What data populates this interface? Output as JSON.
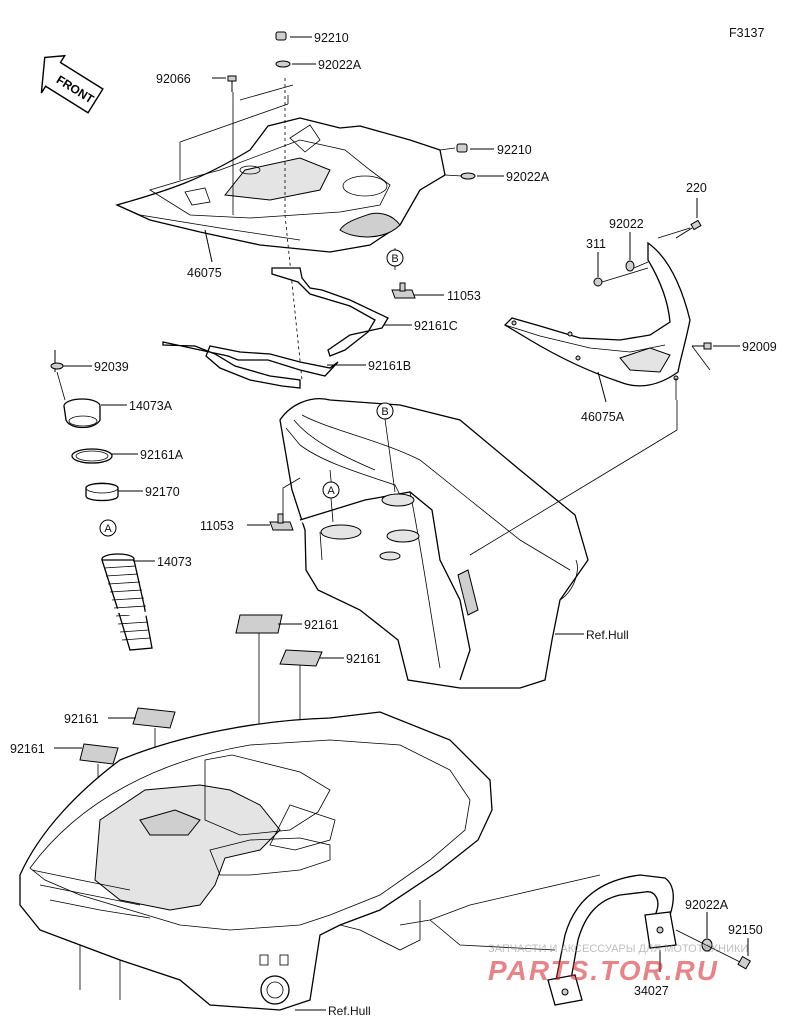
{
  "figure_code": "F3137",
  "front_label": "FRONT",
  "part_numbers": {
    "p92210_top": "92210",
    "p92022A_top": "92022A",
    "p92066": "92066",
    "p92210_mid": "92210",
    "p92022A_mid": "92022A",
    "p46075": "46075",
    "p11053_b": "11053",
    "p92161C": "92161C",
    "p92161B": "92161B",
    "p220": "220",
    "p92022": "92022",
    "p311": "311",
    "p92009": "92009",
    "p46075A": "46075A",
    "p92039": "92039",
    "p14073A": "14073A",
    "p92161A": "92161A",
    "p92170": "92170",
    "p14073": "14073",
    "p11053_a": "11053",
    "p92161_1": "92161",
    "p92161_2": "92161",
    "p92161_3": "92161",
    "p92161_4": "92161",
    "p92022A_bot": "92022A",
    "p92150": "92150",
    "p34027": "34027"
  },
  "refs": {
    "hull_mid": "Ref.Hull",
    "hull_bot": "Ref.Hull"
  },
  "callouts": {
    "a1": "A",
    "a2": "A",
    "b1": "B",
    "b2": "B"
  },
  "watermark": {
    "line1": "ЗАПЧАСТИ И АКСЕССУАРЫ ДЛЯ МОТОТЕХНИКИ",
    "line2": "PARTS.TOR.RU",
    "color": "#d22027"
  }
}
